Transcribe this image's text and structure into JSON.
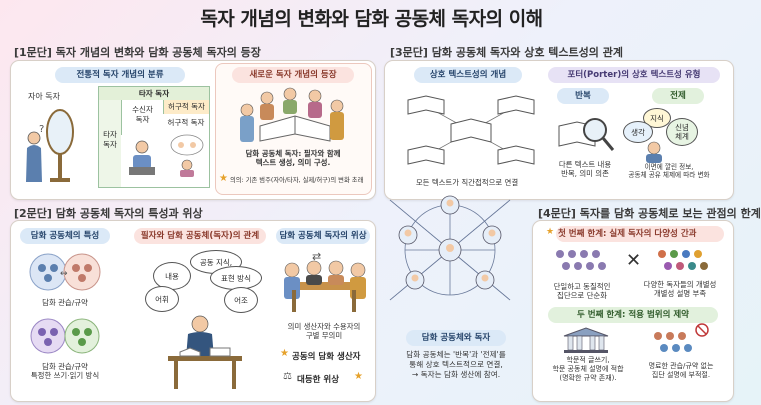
{
  "title": "독자 개념의 변화와 담화 공동체 독자의 이해",
  "s1": {
    "heading": "[1문단] 독자 개념의 변화와 담화 공동체 독자의 등장",
    "traditional": {
      "pill": "전통적 독자 개념의 분류",
      "self_reader": "자아 독자",
      "other_reader_head": "타자 독자",
      "other_reader_side": "타자\n독자",
      "real_reader": "수신자\n독자",
      "fictional_reader": "허구적 독자",
      "fictional_reader2": "허구적 독자"
    },
    "new": {
      "pill": "새로운 독자 개념의 등장",
      "desc": "담화 공동체 독자: 필자와 함께\n텍스트 생성, 의미 구성.",
      "note": "의의: 기존 범주(자아/타자, 실제/허구)의 변화 초래"
    }
  },
  "s2": {
    "heading": "[2문단] 담화 공동체 독자의 특성과 위상",
    "traits": {
      "pill": "담화 공동체의 특성",
      "label1": "담화 관습/규약",
      "label2": "담화 관습/규약\n특정한 쓰기·읽기 방식"
    },
    "relation": {
      "pill": "필자와 담화 공동체(독자)의 관계",
      "bubbles": [
        "공동 지식,",
        "표현 방식",
        "내용",
        "어휘",
        "어조"
      ]
    },
    "status": {
      "pill": "담화 공동체 독자의 위상",
      "desc": "의미 생산자와 수용자의\n구별 무의미",
      "co_producer": "공동의 담화 생산자",
      "equal": "대등한 위상"
    }
  },
  "s3": {
    "heading": "[3문단] 담화 공동체 독자와 상호 텍스트성의 관계",
    "concept": {
      "pill": "상호 텍스트성의 개념",
      "desc": "모든 텍스트가 직간접적으로 연결"
    },
    "porter": {
      "pill": "포터(Porter)의 상호 텍스트성 유형",
      "repeat_pill": "반복",
      "repeat_desc": "다른 텍스트 내용\n반복, 의미 의존",
      "premise_pill": "전제",
      "premise_desc": "이면에 깔린 정보,\n공동체 공유 체제에 따라 변화",
      "bubbles": [
        "지식",
        "생각",
        "신념\n체계"
      ]
    }
  },
  "center": {
    "pill": "담화 공동체와 독자",
    "desc": "담화 공동체는 '반복'과 '전제'를\n통해 상호 텍스트적으로 연결,\n→ 독자는 담화 생산에 참여."
  },
  "s4": {
    "heading": "[4문단] 독자를 담화 공동체로 보는 관점의 한계",
    "limit1": {
      "pill": "첫 번째 한계: 실제 독자의 다양성 간과",
      "left": "단일하고 동질적인\n집단으로 단순화",
      "right": "다양한 독자들의 개별성\n개별성 설명 부족"
    },
    "limit2": {
      "pill": "두 번째 한계: 적용 범위의 제약",
      "left": "학문적 글쓰기,\n학문 공동체 설명에 적합\n(명확한 규약 존재).",
      "right": "명료한 관습/규약 없는\n집단 설명에 부적절."
    }
  },
  "colors": {
    "accent_orange": "#e6a22c",
    "pill_blue": "#dbe9f7",
    "pill_pink": "#fbe3df",
    "border": "#d8d0c8"
  }
}
